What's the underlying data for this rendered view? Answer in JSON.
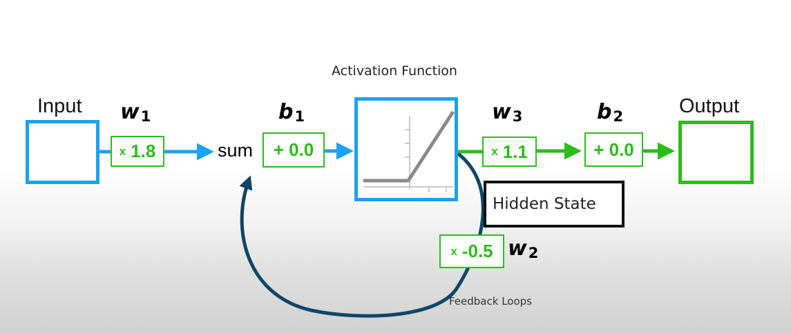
{
  "activation_title": "Activation Function",
  "hidden_state_label": "Hidden State",
  "feedback_label": "Feedback Loops",
  "sum_label": "sum",
  "input": {
    "label": "Input"
  },
  "output": {
    "label": "Output"
  },
  "w1": {
    "symbol": "w",
    "subscript": "1",
    "op": "x",
    "value": "1.8"
  },
  "b1": {
    "symbol": "b",
    "subscript": "1",
    "text": "+ 0.0"
  },
  "w2": {
    "symbol": "w",
    "subscript": "2",
    "op": "x",
    "value": "-0.5"
  },
  "w3": {
    "symbol": "w",
    "subscript": "3",
    "op": "x",
    "value": "1.1"
  },
  "b2": {
    "symbol": "b",
    "subscript": "2",
    "text": "+ 0.0"
  },
  "colors": {
    "blue": "#1da1f2",
    "green": "#2bbd18",
    "loop": "#0f4566",
    "relu_line": "#8a8a8a",
    "axis": "#c8c8c8"
  }
}
